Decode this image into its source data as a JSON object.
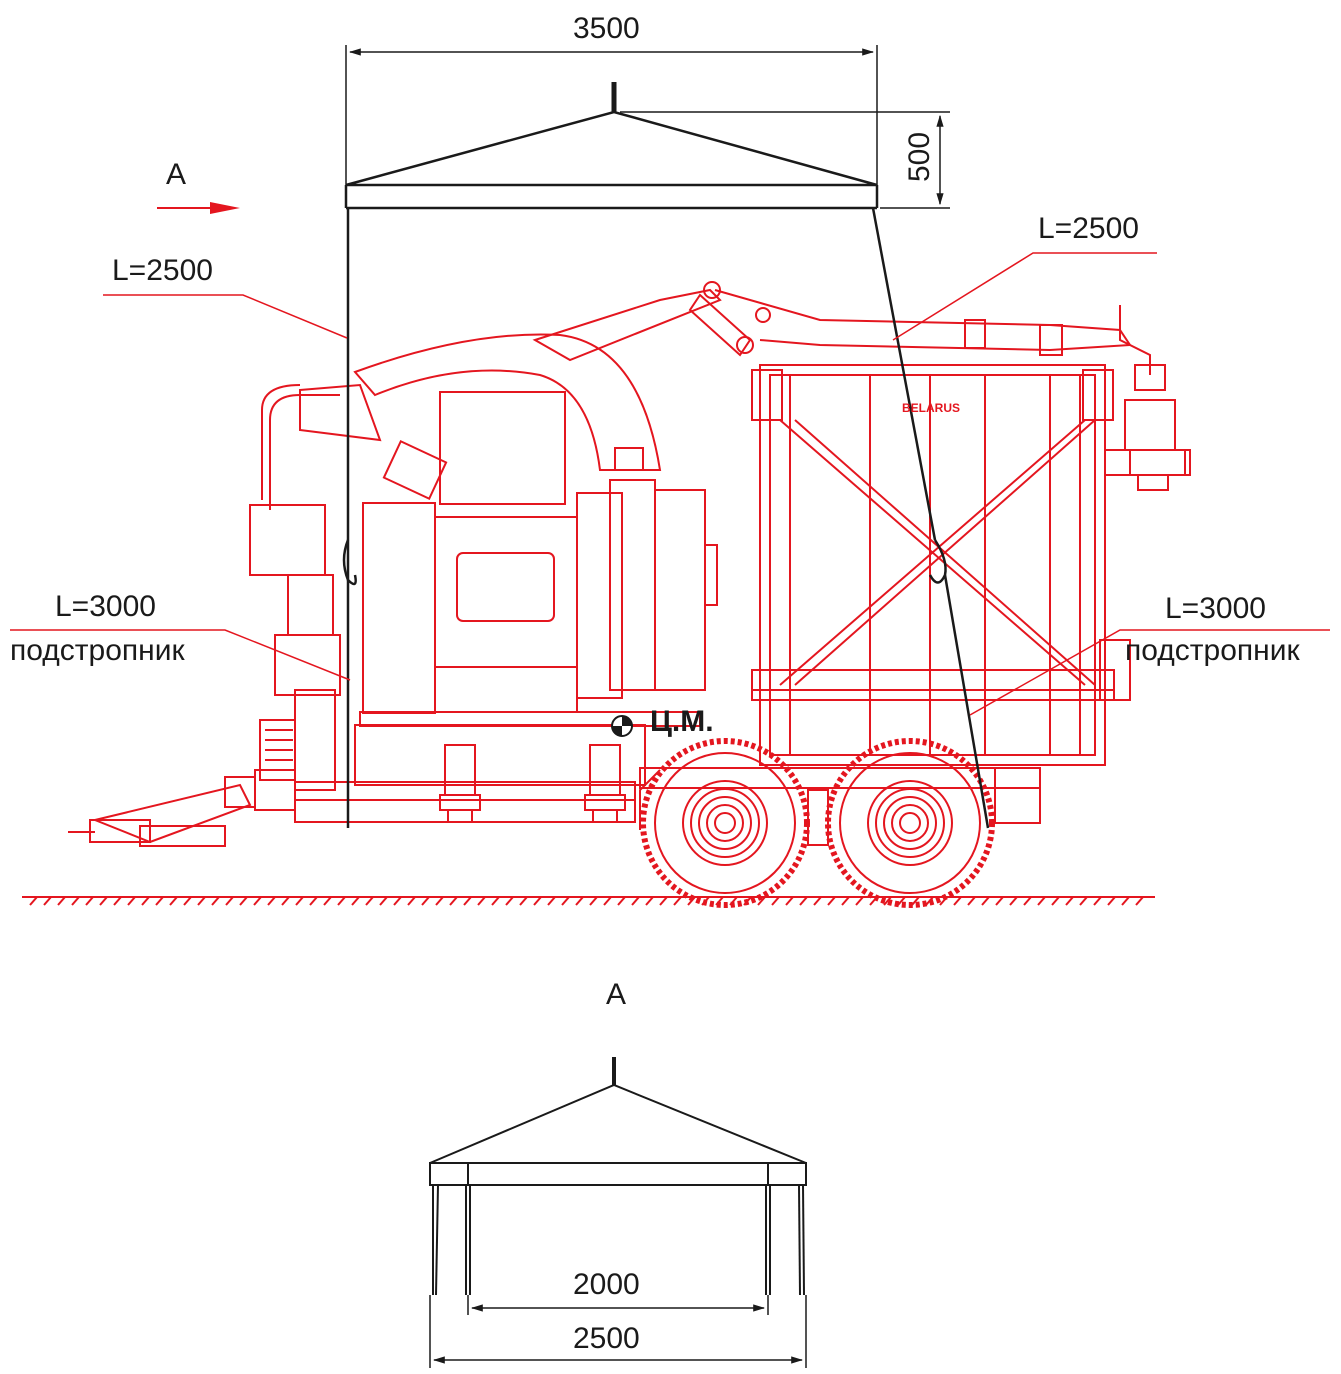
{
  "colors": {
    "machine": "#e4161f",
    "sling": "#1a1a1a",
    "ground": "#e4161f"
  },
  "side_view": {
    "view_marker": "А",
    "dim_width": "3500",
    "dim_height": "500",
    "sling_left": "L=2500",
    "sling_right": "L=2500",
    "sub_left_len": "L=3000",
    "sub_left_name": "подстропник",
    "sub_right_len": "L=3000",
    "sub_right_name": "подстропник",
    "center_of_mass": "Ц.М.",
    "brand": "BELARUS"
  },
  "view_a": {
    "title": "А",
    "dim_inner": "2000",
    "dim_outer": "2500"
  }
}
